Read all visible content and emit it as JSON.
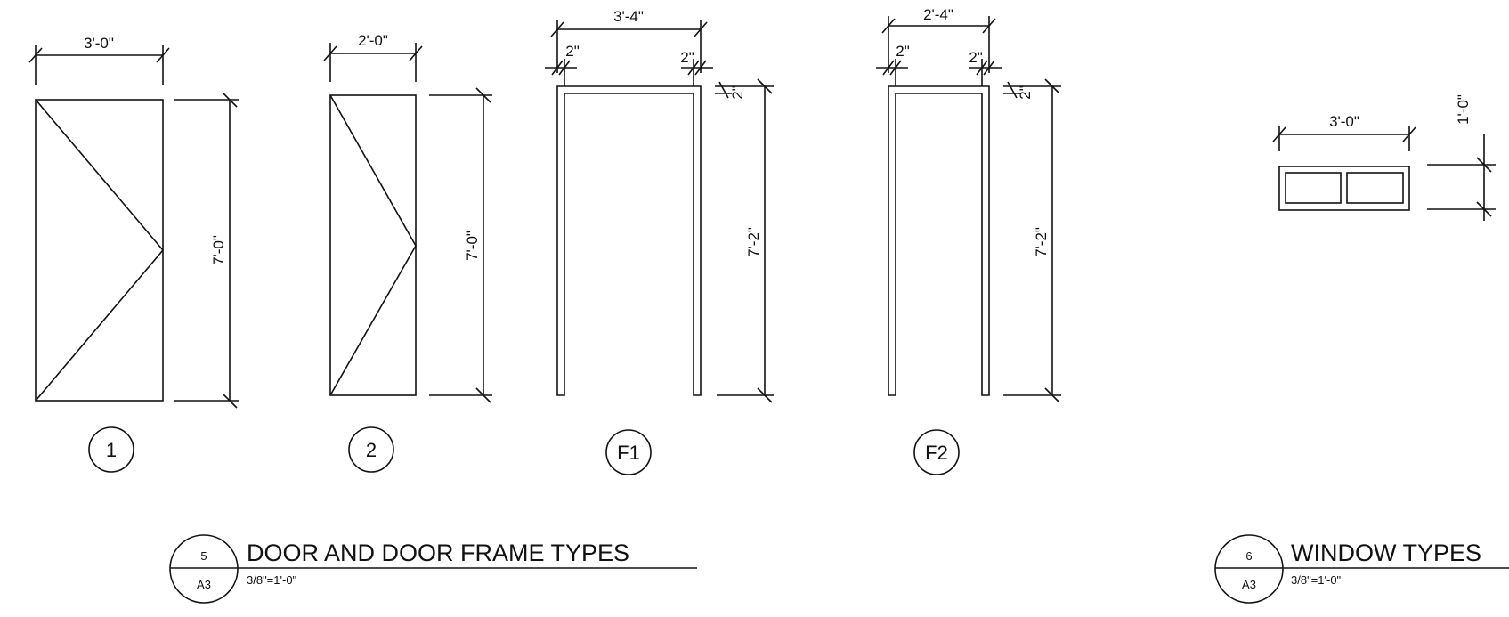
{
  "door_1": {
    "width": "3'-0\"",
    "height": "7'-0\"",
    "tag": "1"
  },
  "door_2": {
    "width": "2'-0\"",
    "height": "7'-0\"",
    "tag": "2"
  },
  "frame_f1": {
    "width": "3'-4\"",
    "jamb_left": "2\"",
    "jamb_right": "2\"",
    "head": "2\"",
    "height": "7'-2\"",
    "tag": "F1"
  },
  "frame_f2": {
    "width": "2'-4\"",
    "jamb_left": "2\"",
    "jamb_right": "2\"",
    "head": "2\"",
    "height": "7'-2\"",
    "tag": "F2"
  },
  "window": {
    "width": "3'-0\"",
    "height": "1'-0\""
  },
  "title_doors": {
    "number": "5",
    "sheet": "A3",
    "title": "DOOR AND DOOR FRAME TYPES",
    "scale": "3/8\"=1'-0\""
  },
  "title_windows": {
    "number": "6",
    "sheet": "A3",
    "title": "WINDOW TYPES",
    "scale": "3/8\"=1'-0\""
  }
}
